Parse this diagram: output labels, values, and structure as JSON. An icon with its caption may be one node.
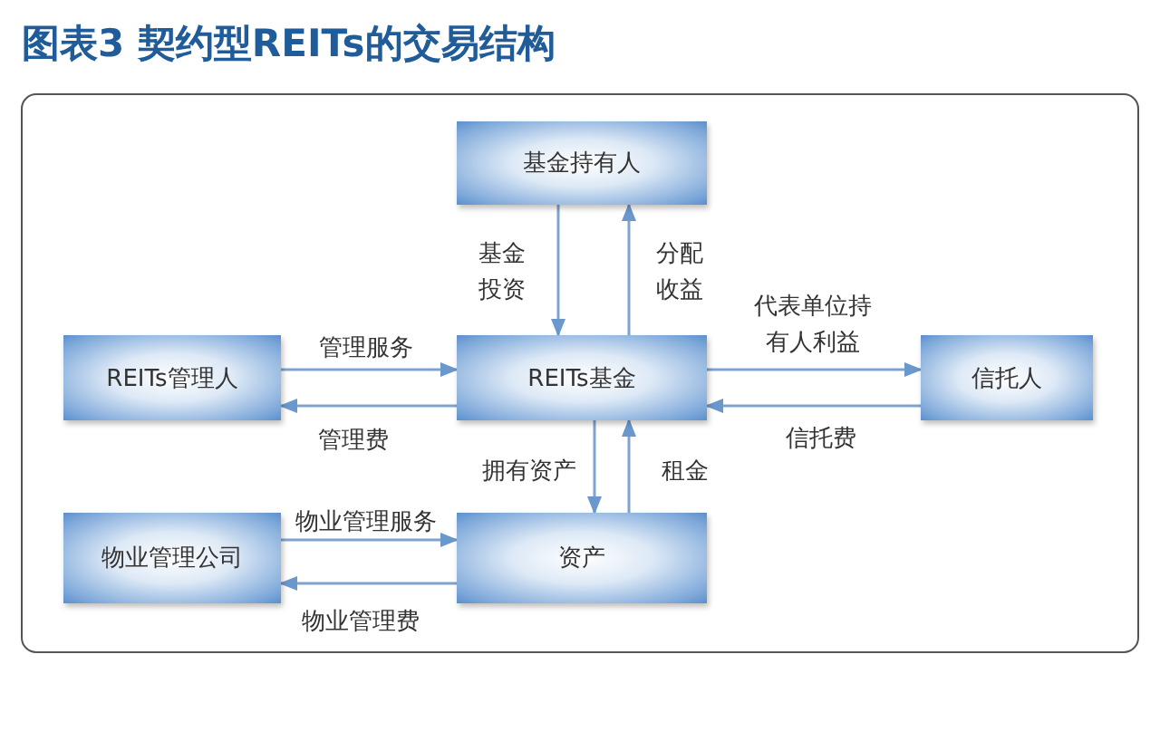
{
  "diagram": {
    "title": "图表3 契约型REITs的交易结构",
    "nodes": [
      {
        "text": [
          "基金持有人"
        ]
      },
      {
        "text": [
          "REITs管理人"
        ]
      },
      {
        "text": [
          "REITs基金"
        ]
      },
      {
        "text": [
          "信托人"
        ]
      },
      {
        "text": [
          "物业管理公司"
        ]
      },
      {
        "text": [
          "资产"
        ]
      }
    ],
    "edges": [
      {
        "from": 0,
        "to": 2,
        "arrow": "to",
        "label": "基金投资"
      },
      {
        "from": 2,
        "to": 0,
        "arrow": "to",
        "label": "分配收益"
      },
      {
        "from": 1,
        "to": 2,
        "arrow": "to",
        "label": "管理服务"
      },
      {
        "from": 2,
        "to": 1,
        "arrow": "to",
        "label": "管理费"
      },
      {
        "from": 2,
        "to": 3,
        "arrow": "to",
        "label": "代表单位持有人利益"
      },
      {
        "from": 3,
        "to": 2,
        "arrow": "to",
        "label": "信托费"
      },
      {
        "from": 2,
        "to": 5,
        "arrow": "to",
        "label": "拥有资产"
      },
      {
        "from": 5,
        "to": 2,
        "arrow": "to",
        "label": "租金"
      },
      {
        "from": 4,
        "to": 5,
        "arrow": "to",
        "label": "物业管理服务"
      },
      {
        "from": 5,
        "to": 4,
        "arrow": "to",
        "label": "物业管理费"
      }
    ]
  }
}
